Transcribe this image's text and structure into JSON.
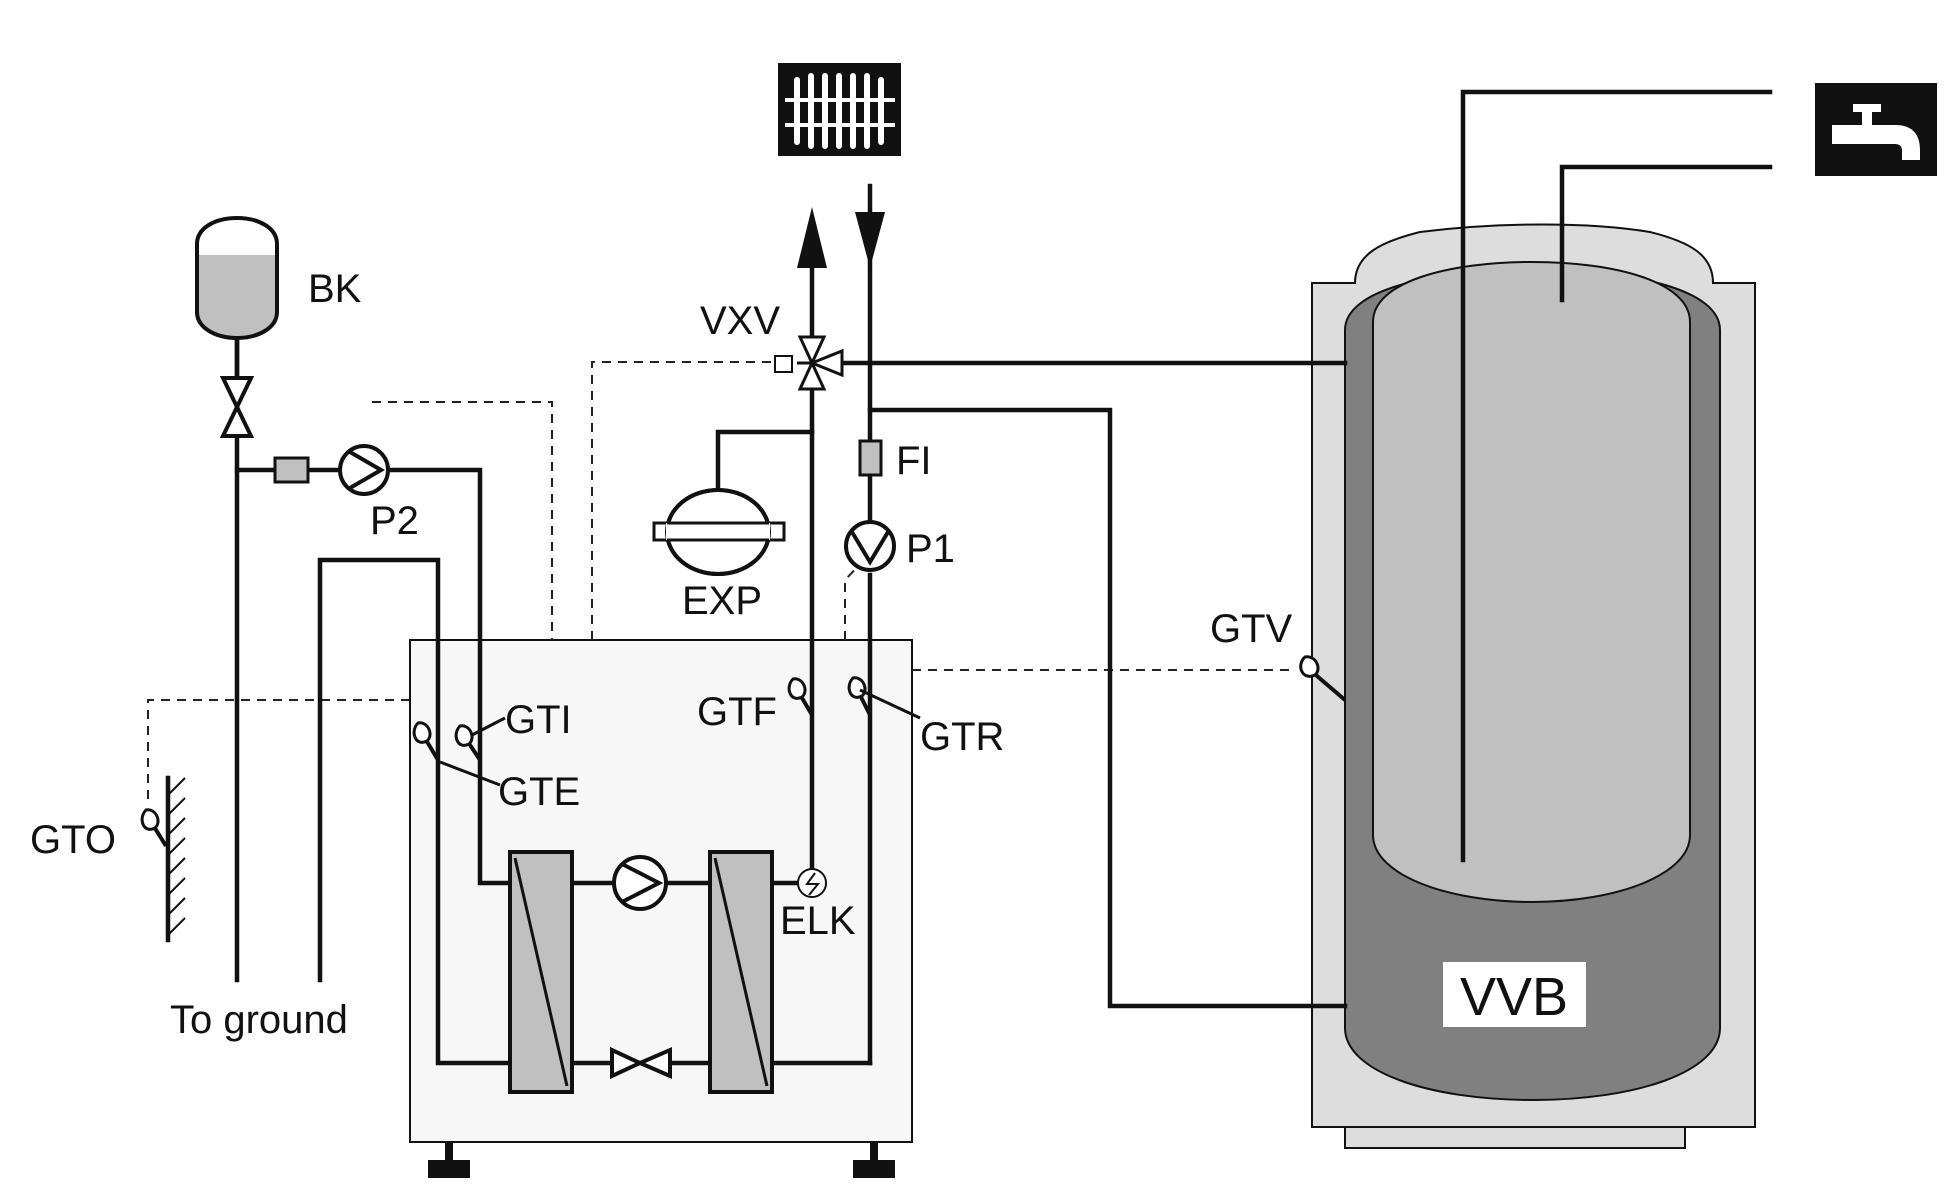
{
  "labels": {
    "bk": "BK",
    "p2": "P2",
    "vxv": "VXV",
    "fi": "FI",
    "p1": "P1",
    "exp": "EXP",
    "gti": "GTI",
    "gte": "GTE",
    "gtf": "GTF",
    "gtr": "GTR",
    "gtv": "GTV",
    "gto": "GTO",
    "elk": "ELK",
    "vvb": "VVB",
    "to_ground": "To ground"
  },
  "icons": {
    "radiator": "radiator-icon",
    "tap": "water-tap-icon"
  },
  "colors": {
    "line": "#111111",
    "unit_box": "#f7f7f7",
    "tank_outer": "#dddddd",
    "tank_jacket": "#808080",
    "tank_inner": "#c0c0c0",
    "component_fill": "#c0c0c0"
  }
}
